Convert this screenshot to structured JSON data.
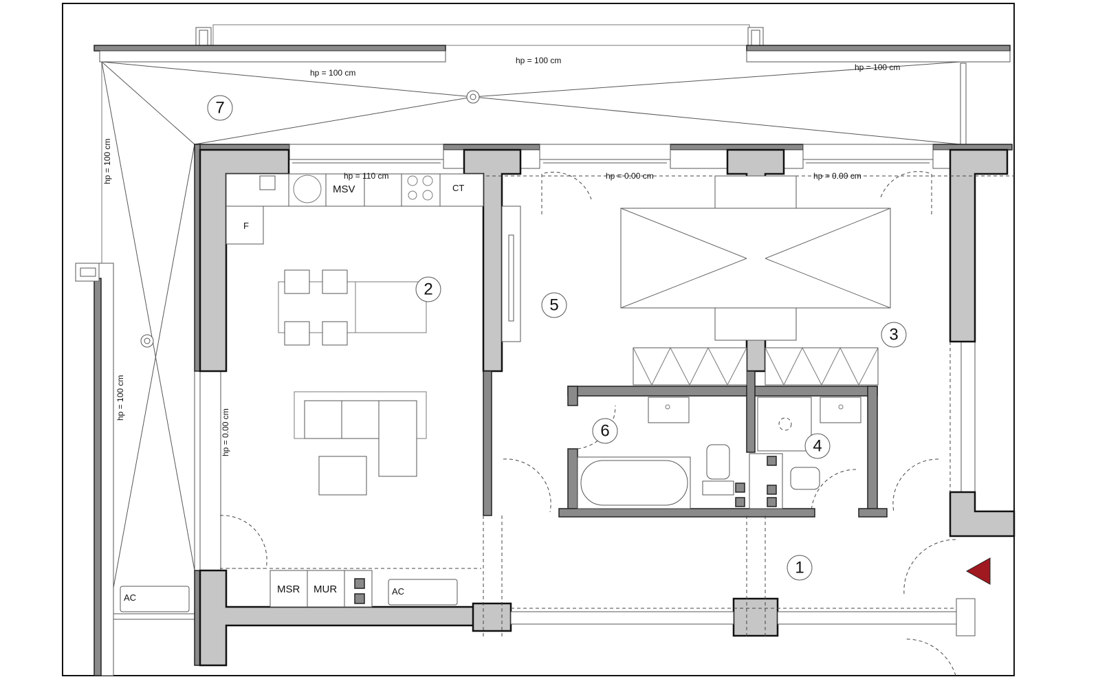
{
  "plan": {
    "title": "Apartment floor plan",
    "accent_entry_color": "#a01820",
    "wall_color": "#c6c6c6",
    "sill_heights": {
      "top_left": "hp = 100 cm",
      "top_center": "hp = 100 cm",
      "top_right": "hp = 100 cm",
      "left_upper": "hp = 100 cm",
      "left_lower": "hp = 100 cm",
      "kitchen": "hp = 110 cm",
      "room5_window": "hp = 0.00 cm",
      "room3_window": "hp = 0.00 cm",
      "living_window": "hp = 0.00 cm"
    },
    "rooms": {
      "r1": "1",
      "r2": "2",
      "r3": "3",
      "r4": "4",
      "r5": "5",
      "r6": "6",
      "r7": "7"
    },
    "appliances": {
      "fridge": "F",
      "dishwasher": "MSV",
      "cabinet": "CT",
      "dryer": "MSR",
      "washer": "MUR",
      "ac_left": "AC",
      "ac_right": "AC"
    },
    "icons": [
      "entry-arrow-icon",
      "floor-drain-icon",
      "socket-icon"
    ]
  }
}
